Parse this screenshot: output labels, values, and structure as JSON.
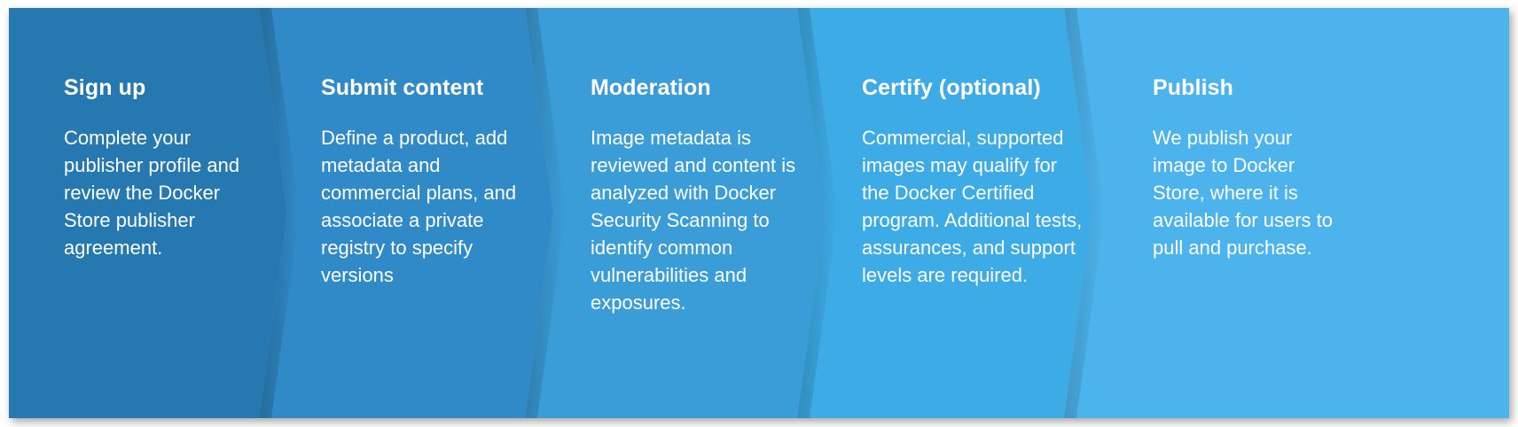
{
  "diagram": {
    "type": "chevron-process-flow",
    "title": "",
    "orientation": "horizontal",
    "step_count": 5,
    "palette": {
      "step_1": "#2579b0",
      "step_2": "#308ac7",
      "step_3": "#3b9dd8",
      "step_4": "#3dabe5",
      "step_5": "#4cb3ec",
      "text": "#ffffff",
      "background": "#ffffff",
      "seam": "#2d7fae"
    },
    "steps": [
      {
        "index": 1,
        "title": "Sign up",
        "body": "Complete your publisher profile and review the Docker Store publisher agreement.",
        "color": "#2579b0"
      },
      {
        "index": 2,
        "title": "Submit content",
        "body": "Define a product, add metadata and commercial plans, and associate a private registry to specify versions",
        "color": "#308ac7"
      },
      {
        "index": 3,
        "title": "Moderation",
        "body": "Image metadata is reviewed and content is analyzed with Docker Security Scanning to identify common vulnerabilities and exposures.",
        "color": "#3b9dd8"
      },
      {
        "index": 4,
        "title": "Certify (optional)",
        "body": "Commercial, supported images may qualify for the Docker Certified program.  Additional tests, assurances, and support levels are required.",
        "color": "#3dabe5"
      },
      {
        "index": 5,
        "title": "Publish",
        "body": "We publish your image to Docker Store, where it is available for users to pull and purchase.",
        "color": "#4cb3ec"
      }
    ]
  }
}
